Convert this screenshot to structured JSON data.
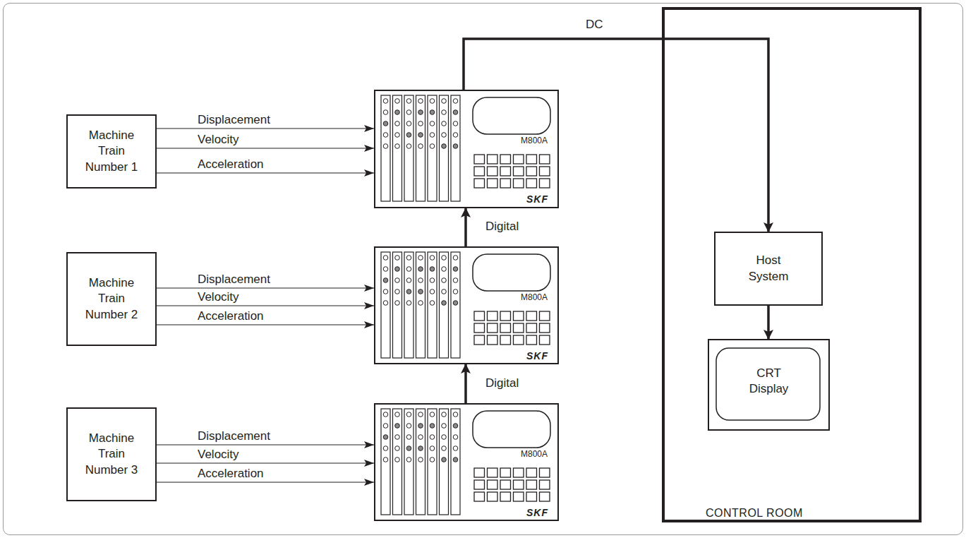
{
  "diagram": {
    "nodes": [
      {
        "text": [
          "Machine Train Number 1"
        ]
      },
      {
        "text": [
          "M800A",
          "SKF"
        ]
      },
      {
        "text": [
          "Machine Train Number 2"
        ]
      },
      {
        "text": [
          "M800A",
          "SKF"
        ]
      },
      {
        "text": [
          "Machine Train Number 3"
        ]
      },
      {
        "text": [
          "M800A",
          "SKF"
        ]
      },
      {
        "text": [
          "CONTROL ROOM"
        ]
      },
      {
        "text": [
          "Host System"
        ],
        "in": 6
      },
      {
        "text": [
          "CRT Display"
        ],
        "in": 6
      }
    ],
    "edges": [
      {
        "from": 0,
        "to": 1,
        "label": "Displacement",
        "arrow": "to"
      },
      {
        "from": 0,
        "to": 1,
        "label": "Velocity",
        "arrow": "to"
      },
      {
        "from": 0,
        "to": 1,
        "label": "Acceleration",
        "arrow": "to"
      },
      {
        "from": 2,
        "to": 3,
        "label": "Displacement",
        "arrow": "to"
      },
      {
        "from": 2,
        "to": 3,
        "label": "Velocity",
        "arrow": "to"
      },
      {
        "from": 2,
        "to": 3,
        "label": "Acceleration",
        "arrow": "to"
      },
      {
        "from": 4,
        "to": 5,
        "label": "Displacement",
        "arrow": "to"
      },
      {
        "from": 4,
        "to": 5,
        "label": "Velocity",
        "arrow": "to"
      },
      {
        "from": 4,
        "to": 5,
        "label": "Acceleration",
        "arrow": "to"
      },
      {
        "from": 5,
        "to": 3,
        "label": "Digital",
        "arrow": "to"
      },
      {
        "from": 3,
        "to": 1,
        "label": "Digital",
        "arrow": "to"
      },
      {
        "from": 1,
        "to": 7,
        "label": "DC",
        "arrow": "to"
      },
      {
        "from": 7,
        "to": 8,
        "arrow": "to"
      }
    ]
  }
}
